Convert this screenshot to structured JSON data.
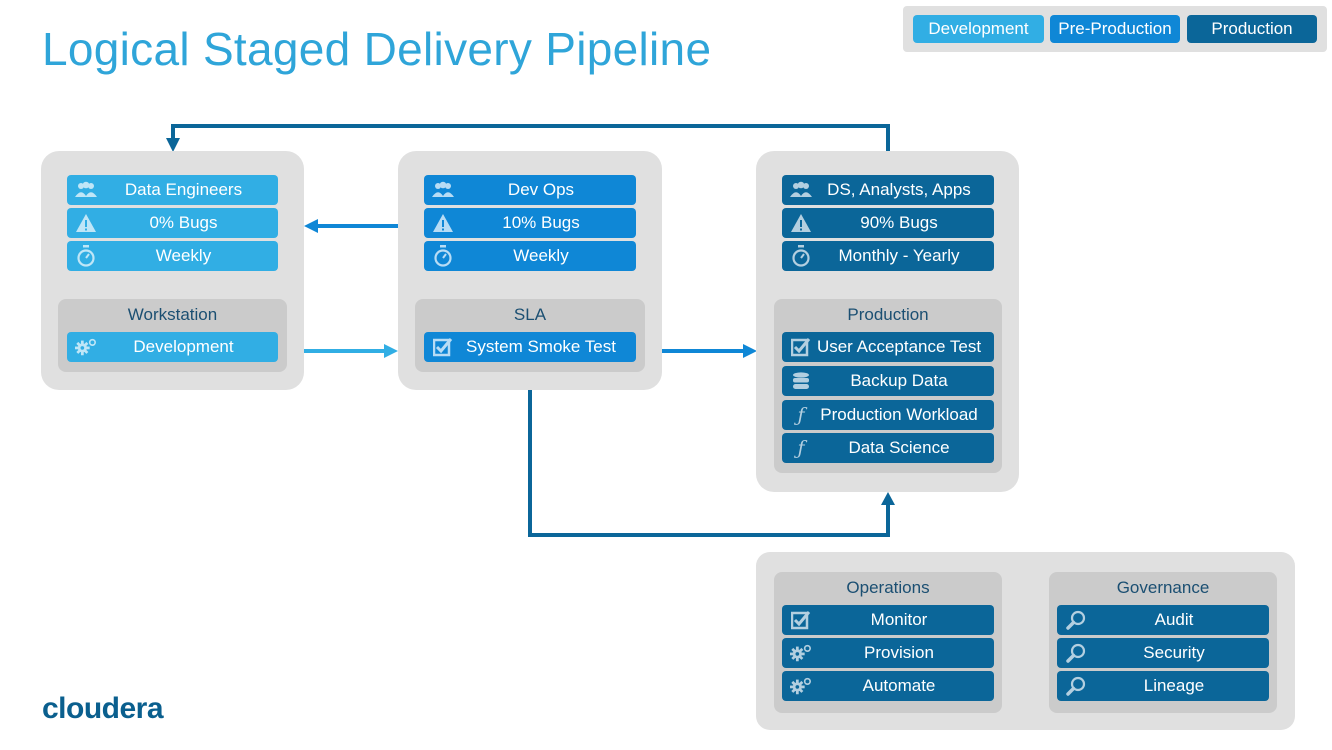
{
  "title": "Logical Staged Delivery Pipeline",
  "legend": [
    {
      "label": "Development",
      "color": "#31aee4"
    },
    {
      "label": "Pre-Production",
      "color": "#0f87d6"
    },
    {
      "label": "Production",
      "color": "#0b6699"
    }
  ],
  "stages": {
    "development": {
      "team": {
        "icon": "people-icon",
        "label": "Data Engineers"
      },
      "bugs": {
        "icon": "warning-icon",
        "label": "0% Bugs"
      },
      "cadence": {
        "icon": "stopwatch-icon",
        "label": "Weekly"
      },
      "group": {
        "title": "Workstation",
        "items": [
          {
            "icon": "gears-icon",
            "label": "Development"
          }
        ]
      }
    },
    "preproduction": {
      "team": {
        "icon": "people-icon",
        "label": "Dev Ops"
      },
      "bugs": {
        "icon": "warning-icon",
        "label": "10% Bugs"
      },
      "cadence": {
        "icon": "stopwatch-icon",
        "label": "Weekly"
      },
      "group": {
        "title": "SLA",
        "items": [
          {
            "icon": "checkbox-icon",
            "label": "System Smoke Test"
          }
        ]
      }
    },
    "production": {
      "team": {
        "icon": "people-icon",
        "label": "DS, Analysts, Apps"
      },
      "bugs": {
        "icon": "warning-icon",
        "label": "90% Bugs"
      },
      "cadence": {
        "icon": "stopwatch-icon",
        "label": "Monthly - Yearly"
      },
      "group": {
        "title": "Production",
        "items": [
          {
            "icon": "checkbox-icon",
            "label": "User Acceptance Test"
          },
          {
            "icon": "database-icon",
            "label": "Backup Data"
          },
          {
            "icon": "function-icon",
            "label": "Production Workload"
          },
          {
            "icon": "function-icon",
            "label": "Data Science"
          }
        ]
      }
    }
  },
  "support": {
    "operations": {
      "title": "Operations",
      "items": [
        {
          "icon": "checkbox-icon",
          "label": "Monitor"
        },
        {
          "icon": "gears-icon",
          "label": "Provision"
        },
        {
          "icon": "gears-icon",
          "label": "Automate"
        }
      ]
    },
    "governance": {
      "title": "Governance",
      "items": [
        {
          "icon": "search-icon",
          "label": "Audit"
        },
        {
          "icon": "search-icon",
          "label": "Security"
        },
        {
          "icon": "search-icon",
          "label": "Lineage"
        }
      ]
    }
  },
  "logo": "cloudera"
}
